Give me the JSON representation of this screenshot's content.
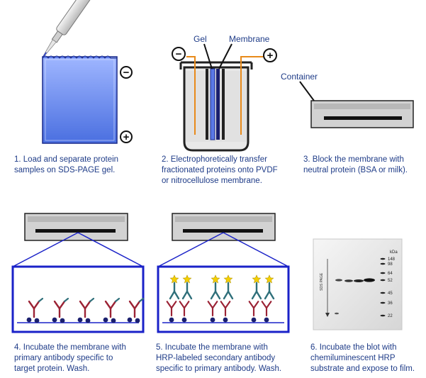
{
  "steps": [
    {
      "caption": "1. Load and separate protein\nsamples on SDS-PAGE gel."
    },
    {
      "caption": "2. Electrophoretically transfer\nfractionated proteins onto PVDF\nor nitrocellulose membrane."
    },
    {
      "caption": "3. Block the membrane with\nneutral protein (BSA or milk)."
    },
    {
      "caption": "4. Incubate the membrane with\nprimary antibody specific to\ntarget protein. Wash."
    },
    {
      "caption": "5. Incubate the membrane with\nHRP-labeled secondary antibody\nspecific to primary antibody. Wash."
    },
    {
      "caption": "6. Incubate the blot with\nchemiluminescent HRP\nsubstrate and expose to film."
    }
  ],
  "labels": {
    "gel": "Gel",
    "membrane": "Membrane",
    "container": "Container",
    "minus": "−",
    "plus": "+"
  },
  "blot": {
    "axis_label": "SDS PAGE",
    "unit": "kDa",
    "markers": [
      "148",
      "98",
      "64",
      "52",
      "45",
      "36",
      "22"
    ]
  },
  "colors": {
    "caption": "#1f3c88",
    "gel_blue": "#5a78e6",
    "frame_blue": "#1a22c8",
    "wire_orange": "#e88a1a",
    "antibody_red": "#9b2335",
    "antibody_teal": "#2e6f7a",
    "antigen_navy": "#1a1f6e",
    "hrp_yellow": "#f5d000"
  }
}
